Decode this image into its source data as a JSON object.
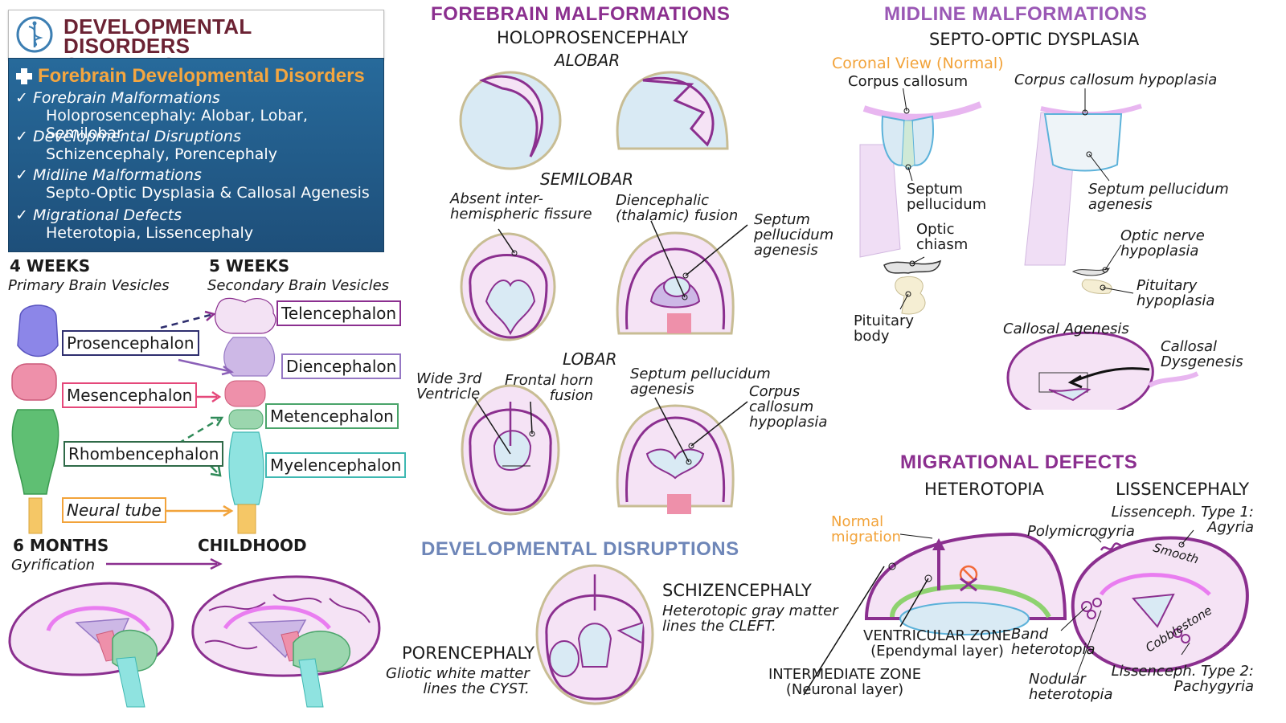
{
  "title": "DEVELOPMENTAL DISORDERS\nOF THE FOREBRAIN",
  "summary": {
    "heading": "Forebrain Developmental Disorders",
    "items": [
      {
        "title": "Forebrain Malformations",
        "sub": "Holoprosencephaly: Alobar, Lobar, Semilobar"
      },
      {
        "title": "Developmental Disruptions",
        "sub": "Schizencephaly, Porencephaly"
      },
      {
        "title": "Midline Malformations",
        "sub": "Septo-Optic Dysplasia & Callosal Agenesis"
      },
      {
        "title": "Migrational Defects",
        "sub": "Heterotopia, Lissencephaly"
      }
    ]
  },
  "vesicles": {
    "w4_title": "4 WEEKS",
    "w4_sub": "Primary Brain Vesicles",
    "w5_title": "5 WEEKS",
    "w5_sub": "Secondary Brain Vesicles",
    "primary": [
      "Prosencephalon",
      "Mesencephalon",
      "Rhombencephalon",
      "Neural tube"
    ],
    "secondary": [
      "Telencephalon",
      "Diencephalon",
      "Metencephalon",
      "Myelencephalon"
    ],
    "m6_title": "6 MONTHS",
    "m6_sub": "Gyrification",
    "childhood": "CHILDHOOD"
  },
  "forebrain": {
    "heading": "FOREBRAIN MALFORMATIONS",
    "holo": "HOLOPROSENCEPHALY",
    "alobar": "ALOBAR",
    "semilobar": "SEMILOBAR",
    "lobar": "LOBAR",
    "absent_fissure": "Absent inter-\nhemispheric fissure",
    "dienc_fusion": "Diencephalic\n(thalamic) fusion",
    "septum_agenesis_1": "Septum\npellucidum\nagenesis",
    "wide_3rd": "Wide 3rd\nVentricle",
    "frontal_horn": "Frontal horn\nfusion",
    "septum_agenesis_2": "Septum pellucidum\nagenesis",
    "cc_hypoplasia": "Corpus\ncallosum\nhypoplasia"
  },
  "disruptions": {
    "heading": "DEVELOPMENTAL DISRUPTIONS",
    "schizencephaly": "SCHIZENCEPHALY",
    "schiz_desc": "Heterotopic gray matter\nlines the CLEFT.",
    "porencephaly": "PORENCEPHALY",
    "poren_desc": "Gliotic white matter\nlines the CYST."
  },
  "midline": {
    "heading": "MIDLINE MALFORMATIONS",
    "sod": "SEPTO-OPTIC DYSPLASIA",
    "coronal": "Coronal View (Normal)",
    "corpus_callosum": "Corpus callosum",
    "cc_hypoplasia": "Corpus callosum hypoplasia",
    "septum_pellucidum": "Septum\npellucidum",
    "sp_agenesis": "Septum pellucidum\nagenesis",
    "optic_chiasm": "Optic\nchiasm",
    "optic_nerve_hypo": "Optic nerve\nhypoplasia",
    "pituitary_body": "Pituitary\nbody",
    "pituitary_hypo": "Pituitary\nhypoplasia",
    "callosal_agenesis": "Callosal Agenesis",
    "callosal_dysgenesis": "Callosal\nDysgenesis"
  },
  "migration": {
    "heading": "MIGRATIONAL DEFECTS",
    "heterotopia": "HETEROTOPIA",
    "lissencephaly": "LISSENCEPHALY",
    "normal_migration": "Normal\nmigration",
    "ventricular_zone": "VENTRICULAR ZONE\n(Ependymal layer)",
    "intermediate_zone": "INTERMEDIATE ZONE\n(Neuronal layer)",
    "type1": "Lissenceph. Type 1:\nAgyria",
    "polymicrogyria": "Polymicrogyria",
    "smooth": "Smooth",
    "cobblestone": "Cobblestone",
    "band": "Band\nheterotopia",
    "nodular": "Nodular\nheterotopia",
    "type2": "Lissenceph. Type 2:\nPachygyria"
  },
  "colors": {
    "title_text": "#6b2233",
    "box_blue": "#236196",
    "heading_orange": "#f4a640",
    "purple_outline": "#8b2f8f",
    "section_purple": "#8b2f8f",
    "section_slate": "#6e86b8",
    "prosencephalon": "#8c86e8",
    "mesencephalon": "#ee90aa",
    "rhombencephalon": "#5fbf73",
    "neural_tube": "#f5c766",
    "telencephalon": "#f3e2f4",
    "diencephalon": "#cdb8e6",
    "metencephalon": "#9bd6ae",
    "myelencephalon": "#8fe3e0"
  }
}
